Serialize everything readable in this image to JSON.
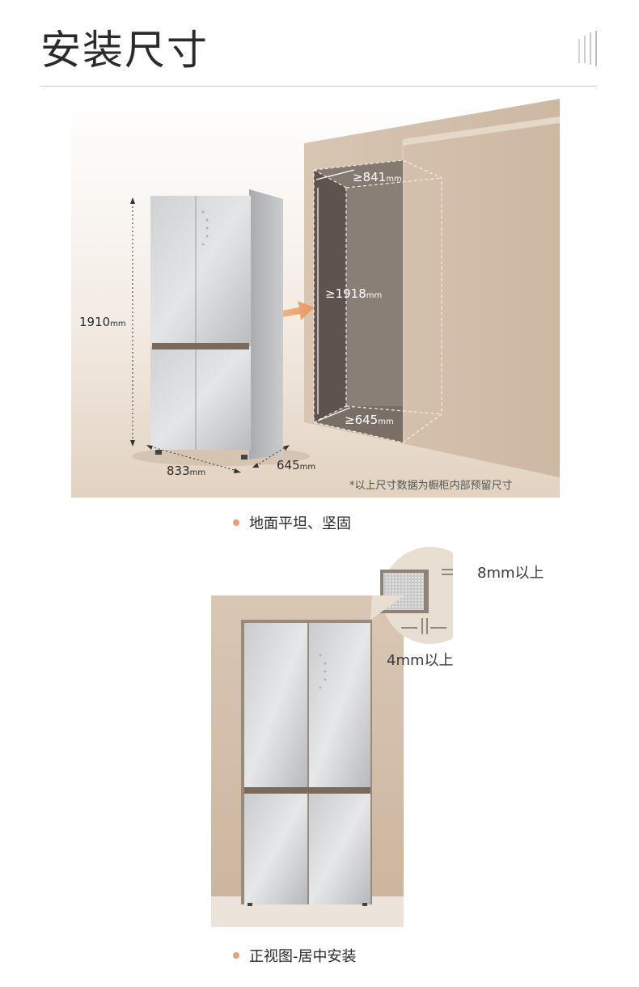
{
  "title": "安装尺寸",
  "diagram1": {
    "height_label": "1910",
    "height_unit": "mm",
    "width_label": "833",
    "width_unit": "mm",
    "depth_label": "645",
    "depth_unit": "mm",
    "cabinet_width": "≥841",
    "cabinet_width_unit": "mm",
    "cabinet_height": "≥1918",
    "cabinet_height_unit": "mm",
    "cabinet_depth": "≥645",
    "cabinet_depth_unit": "mm",
    "note": "*以上尺寸数据为橱柜内部预留尺寸"
  },
  "bullet1": "地面平坦、坚固",
  "diagram2": {
    "top_gap": "8mm以上",
    "side_gap": "4mm以上"
  },
  "bullet2": "正视图-居中安装",
  "colors": {
    "accent": "#e8a26e",
    "wall": "#d8c6b2",
    "cabinet": "#6e635b"
  }
}
